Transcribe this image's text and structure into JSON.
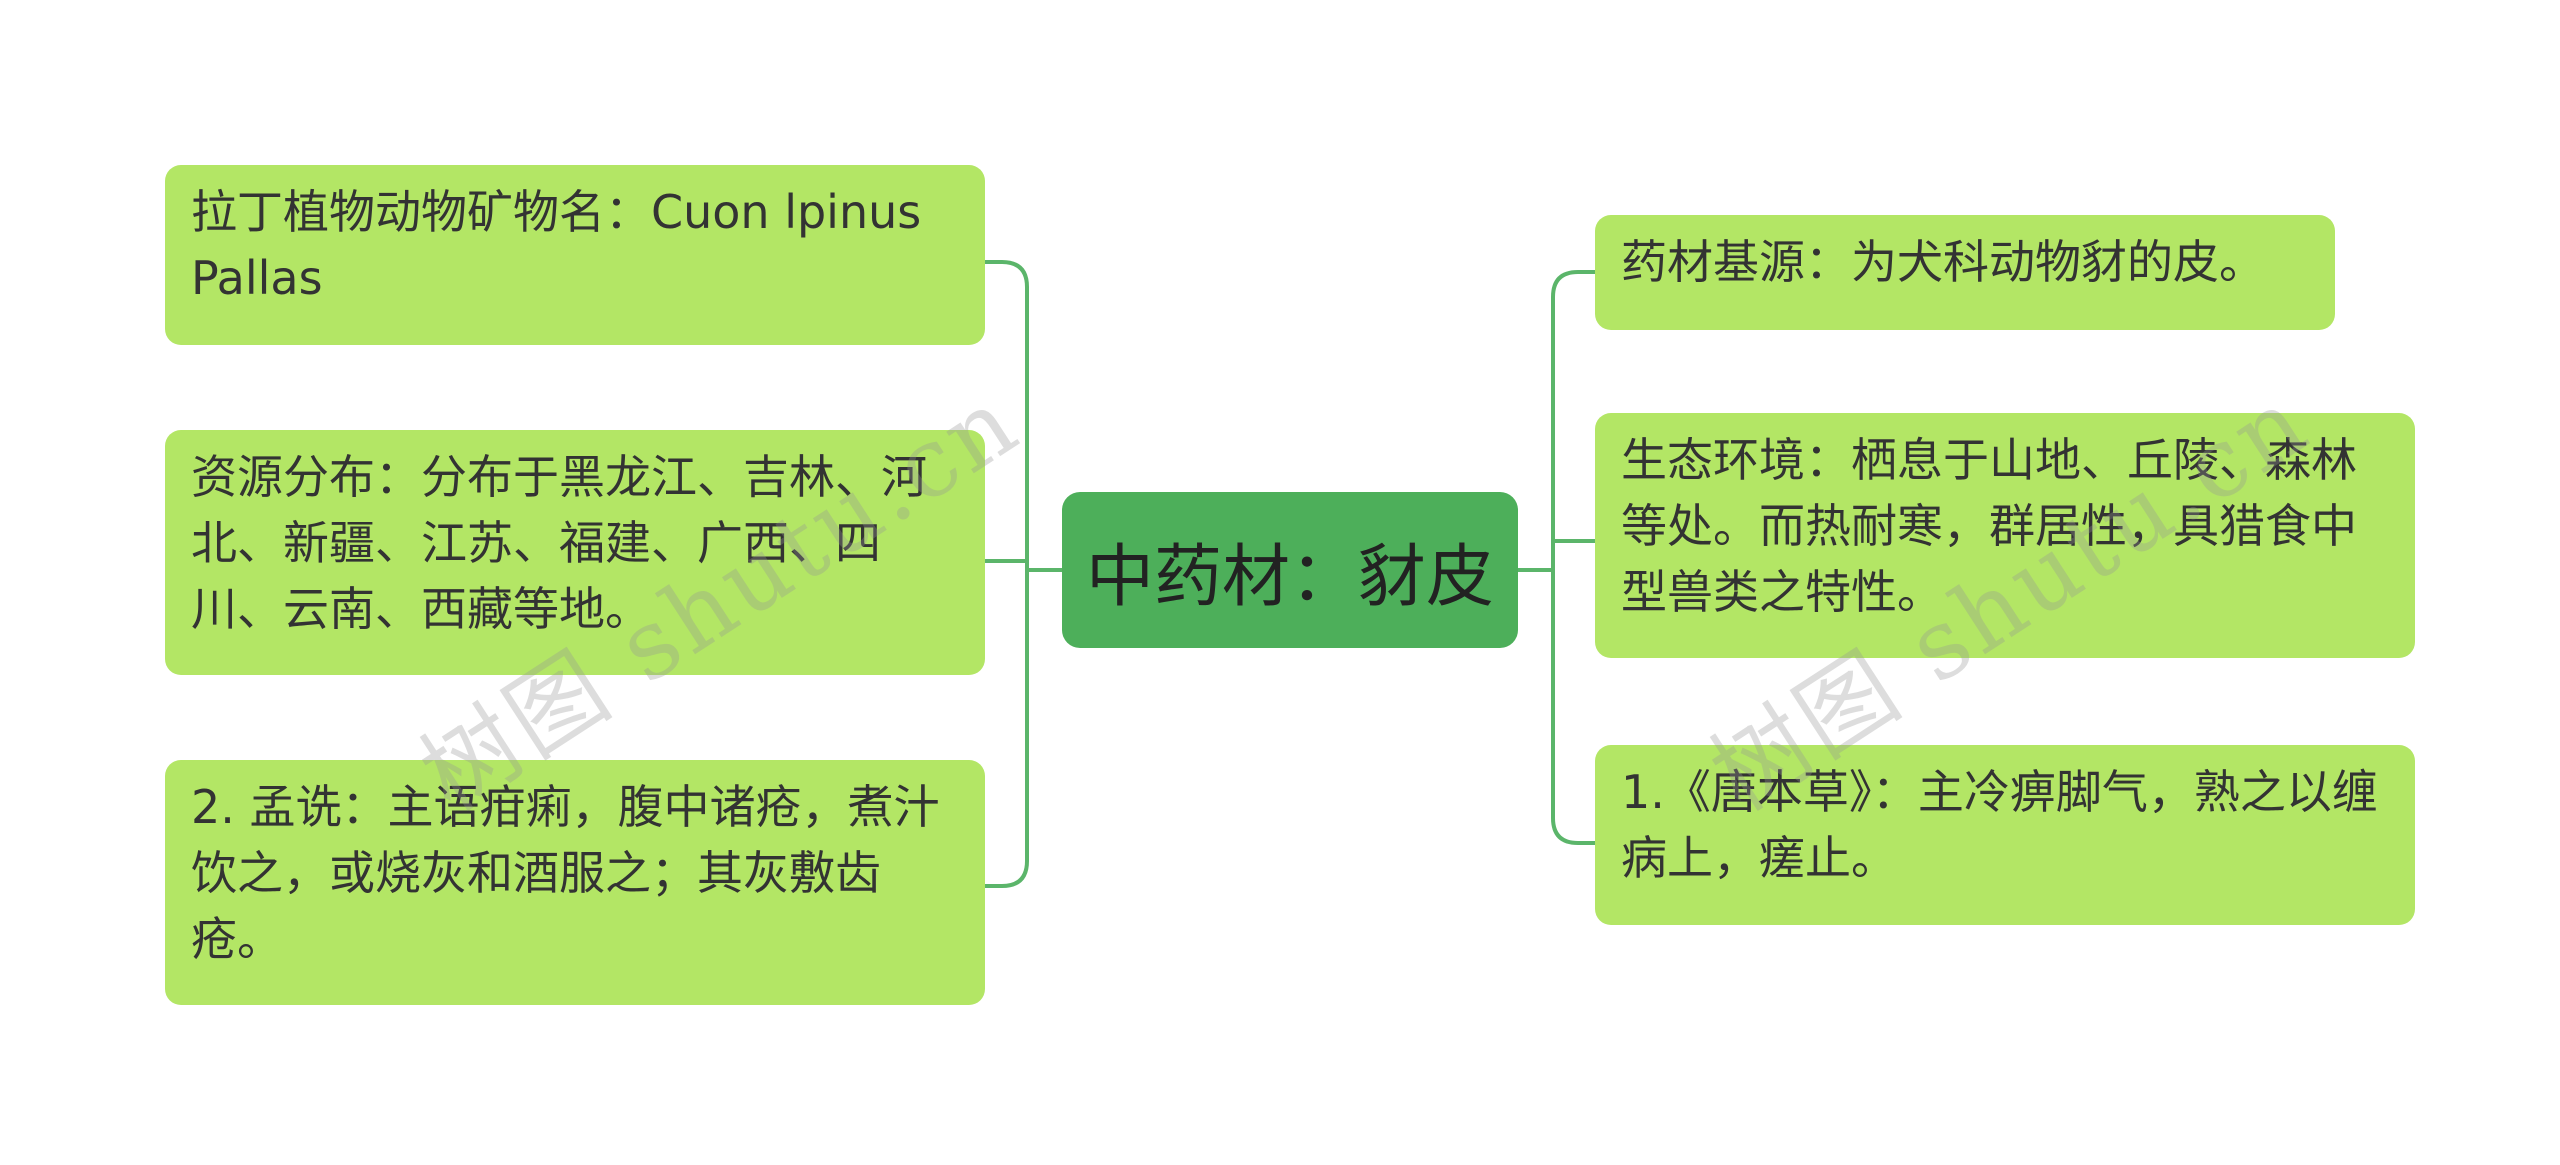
{
  "center": {
    "label": "中药材：豺皮"
  },
  "left_nodes": [
    {
      "text": "拉丁植物动物矿物名：Cuon lpinus Pallas"
    },
    {
      "text": "资源分布：分布于黑龙江、吉林、河北、新疆、江苏、福建、广西、四川、云南、西藏等地。"
    },
    {
      "text": "2. 孟诜：主语疳痢，腹中诸疮，煮汁饮之，或烧灰和酒服之；其灰敷齿疮。"
    }
  ],
  "right_nodes": [
    {
      "text": "药材基源：为犬科动物豺的皮。"
    },
    {
      "text": "生态环境：栖息于山地、丘陵、森林等处。而热耐寒，群居性，具猎食中型兽类之特性。"
    },
    {
      "text": "1.《唐本草》：主冷痹脚气，熟之以缠病上，瘥止。"
    }
  ],
  "watermarks": [
    {
      "text": "树图 shutu.cn"
    },
    {
      "text": "树图 shutu.cn"
    }
  ],
  "colors": {
    "center_fill": "#4daf5a",
    "node_fill": "#b3e665",
    "connector": "#5bb56a",
    "text": "#333333"
  }
}
